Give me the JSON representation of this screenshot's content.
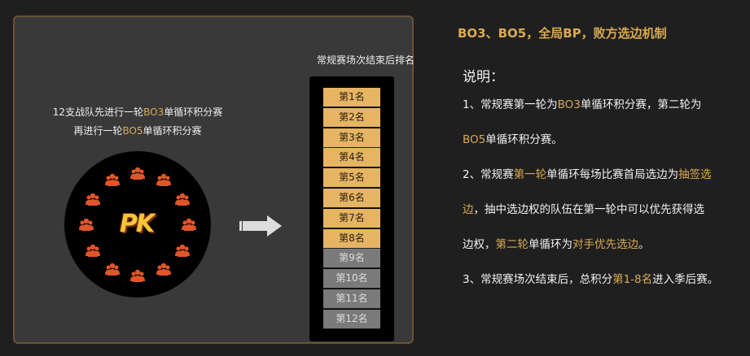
{
  "left_panel": {
    "intro_lines": [
      [
        {
          "t": "12支战队先进行一轮",
          "h": false
        },
        {
          "t": "BO3",
          "h": true
        },
        {
          "t": "单循环积分赛",
          "h": false
        }
      ],
      [
        {
          "t": "再进行一轮",
          "h": false
        },
        {
          "t": "BO5",
          "h": true
        },
        {
          "t": "单循环积分赛",
          "h": false
        }
      ]
    ],
    "pk_label": "PK",
    "team_count": 12,
    "ranking_title": "常规赛场次结束后排名",
    "ranks": [
      "第1名",
      "第2名",
      "第3名",
      "第4名",
      "第5名",
      "第6名",
      "第7名",
      "第8名",
      "第9名",
      "第10名",
      "第11名",
      "第12名"
    ],
    "qualified_count": 8
  },
  "right_panel": {
    "title": "BO3、BO5，全局BP，败方选边机制",
    "explain_label": "说明：",
    "lines": [
      [
        {
          "t": "1、常规赛第一轮为",
          "h": false
        },
        {
          "t": "BO3",
          "h": true
        },
        {
          "t": "单循环积分赛，第二轮为",
          "h": false
        }
      ],
      [
        {
          "t": "BO5",
          "h": true
        },
        {
          "t": "单循环积分赛。",
          "h": false
        }
      ],
      [
        {
          "t": "2、常规赛",
          "h": false
        },
        {
          "t": "第一轮",
          "h": true
        },
        {
          "t": "单循环每场比赛首局选边为",
          "h": false
        },
        {
          "t": "抽签选",
          "h": true
        }
      ],
      [
        {
          "t": "边",
          "h": true
        },
        {
          "t": "，抽中选边权的队伍在第一轮中可以优先获得选",
          "h": false
        }
      ],
      [
        {
          "t": "边权，",
          "h": false
        },
        {
          "t": "第二轮",
          "h": true
        },
        {
          "t": "单循环为",
          "h": false
        },
        {
          "t": "对手优先选边",
          "h": true
        },
        {
          "t": "。",
          "h": false
        }
      ],
      [
        {
          "t": "3、常规赛场次结束后，总积分",
          "h": false
        },
        {
          "t": "第1-8名",
          "h": true
        },
        {
          "t": "进入季后赛。",
          "h": false
        }
      ]
    ]
  },
  "colors": {
    "accent": "#d9aa55",
    "qualified": "#e5b564",
    "eliminated": "#7a7a7a",
    "team_icon": "#e0562a"
  }
}
